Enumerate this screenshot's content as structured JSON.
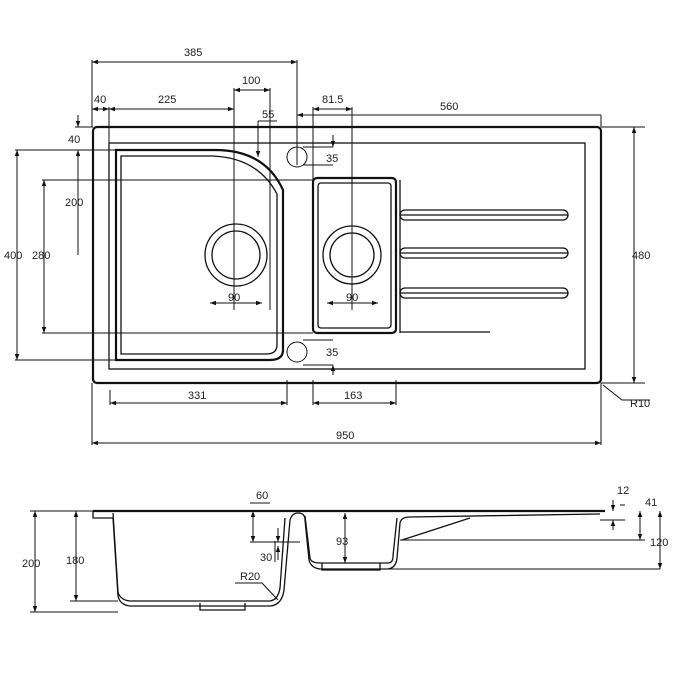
{
  "top_view": {
    "dims": {
      "overall_bowl_span": "385",
      "waste_offset": "100",
      "edge_left": "40",
      "bowl_to_waste": "225",
      "overflow_offset": "55",
      "small_waste_offset": "81.5",
      "drainer_length": "560",
      "edge_top": "40",
      "overflow_top": "35",
      "bowl_half": "200",
      "bowl_depth": "400",
      "small_bowl_depth": "280",
      "waste_left": "90",
      "waste_right": "90",
      "overflow_bottom": "35",
      "total_depth": "480",
      "bowl_width": "331",
      "small_bowl_width": "163",
      "corner_radius": "R10",
      "total_width": "950"
    }
  },
  "side_view": {
    "dims": {
      "overflow_depth": "60",
      "rim": "12",
      "drainer_drop": "41",
      "total_height": "200",
      "bowl_height": "180",
      "small_bowl_height": "93",
      "overflow_height": "30",
      "small_total": "120",
      "bottom_radius": "R20"
    }
  }
}
